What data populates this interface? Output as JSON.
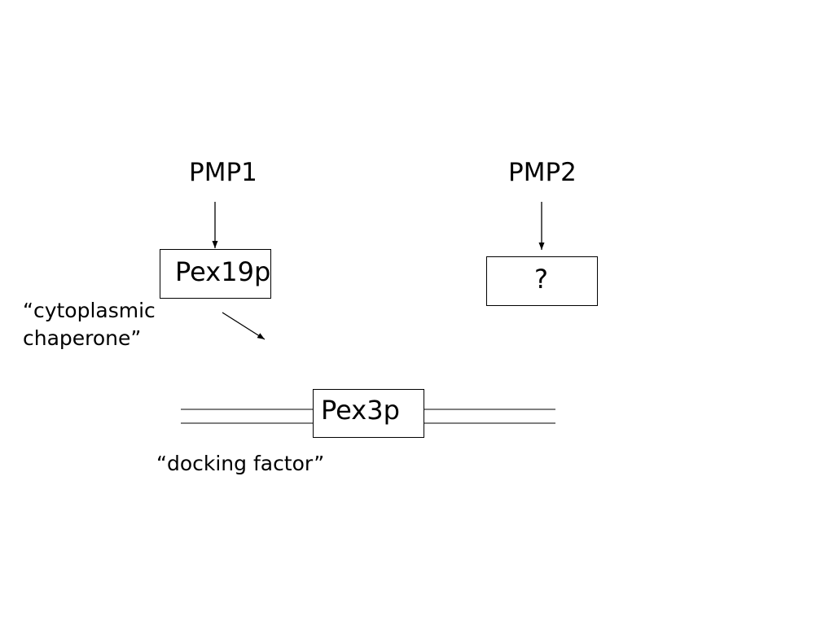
{
  "diagram": {
    "pmp1_label": "PMP1",
    "pmp2_label": "PMP2",
    "pex19_label": "Pex19p",
    "unknown_label": "?",
    "pex3_label": "Pex3p",
    "chaperone_line1": "“cytoplasmic",
    "chaperone_line2": "chaperone”",
    "docking_label": "“docking factor”"
  },
  "colors": {
    "ink": "#000000",
    "background": "#ffffff"
  }
}
